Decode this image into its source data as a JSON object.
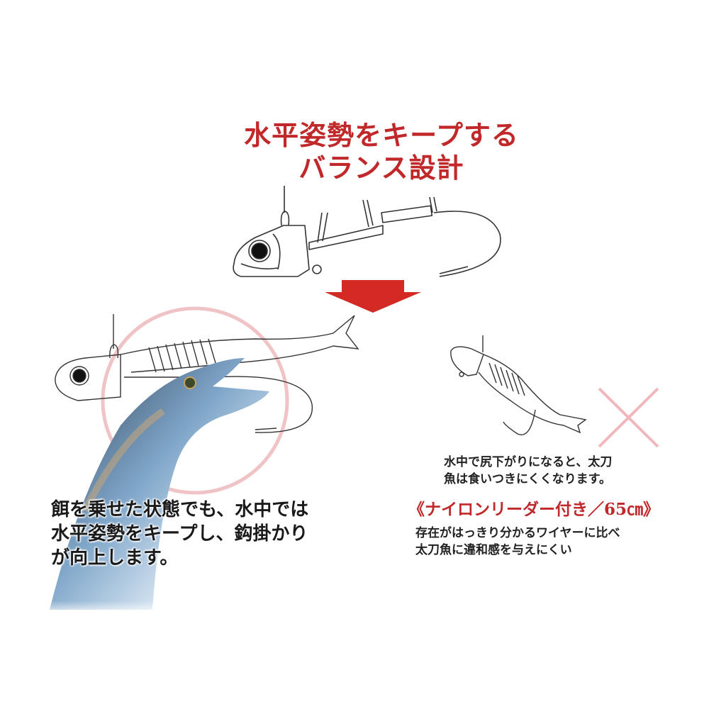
{
  "title": {
    "line1": "水平姿勢をキープする",
    "line2": "バランス設計"
  },
  "illustrations": {
    "top_lure": "jig-head-with-hook-illustration",
    "arrow": "down-arrow",
    "left_lure": "baited-jig-horizontal-with-cutlassfish",
    "right_lure": "baited-jig-tail-down",
    "wrong_mark": "cross-mark"
  },
  "left_caption": {
    "line1": "餌を乗せた状態でも、水中では",
    "line2": "水平姿勢をキープし、鈎掛かり",
    "line3": "が向上します。"
  },
  "right_caption": {
    "line1": "水中で尻下がりになると、太刀",
    "line2": "魚は食いつきにくくなります。"
  },
  "nylon": {
    "heading": "《ナイロンリーダー付き／65㎝》",
    "line1": "存在がはっきり分かるワイヤーに比べ",
    "line2": "太刀魚に違和感を与えにくい"
  },
  "colors": {
    "accent_red": "#c0282a",
    "arrow_red": "#d32a24",
    "circle_pink": "#f0c4c6",
    "cross_pink": "#f0b8bd",
    "text_dark": "#1a1a1a"
  }
}
